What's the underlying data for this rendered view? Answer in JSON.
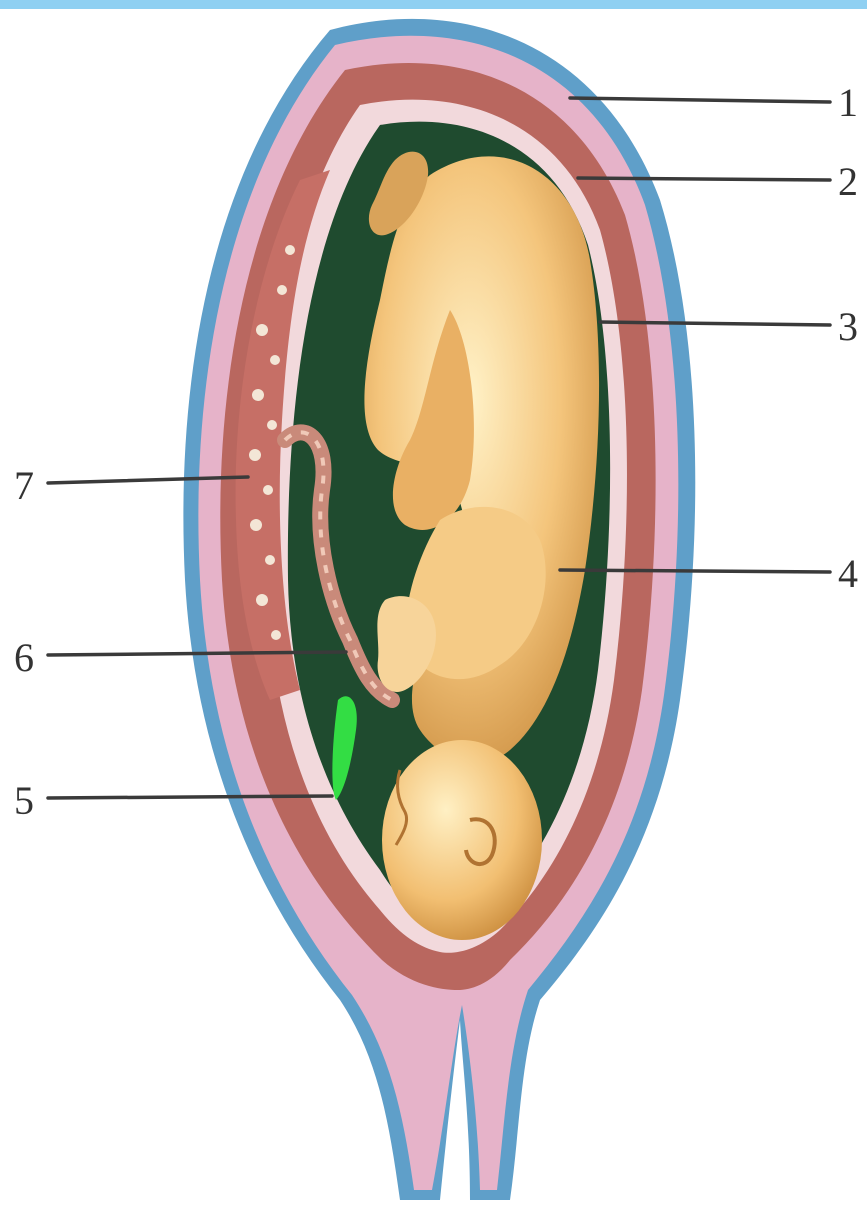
{
  "colors": {
    "frame_band": "#8fd0f2",
    "outer_blue": "#5f9fc9",
    "pink_layer": "#e6b3c9",
    "muscle_layer": "#b9675f",
    "membrane": "#f2d9dc",
    "fluid_cavity": "#1f4b2f",
    "fetus_skin": "#f2c078",
    "placenta": "#c66f66",
    "cord": "#c98a7a",
    "highlight": "#33dd44",
    "label_line": "#3a3a3a"
  },
  "labels": {
    "l1": "1",
    "l2": "2",
    "l3": "3",
    "l4": "4",
    "l5": "5",
    "l6": "6",
    "l7": "7"
  }
}
